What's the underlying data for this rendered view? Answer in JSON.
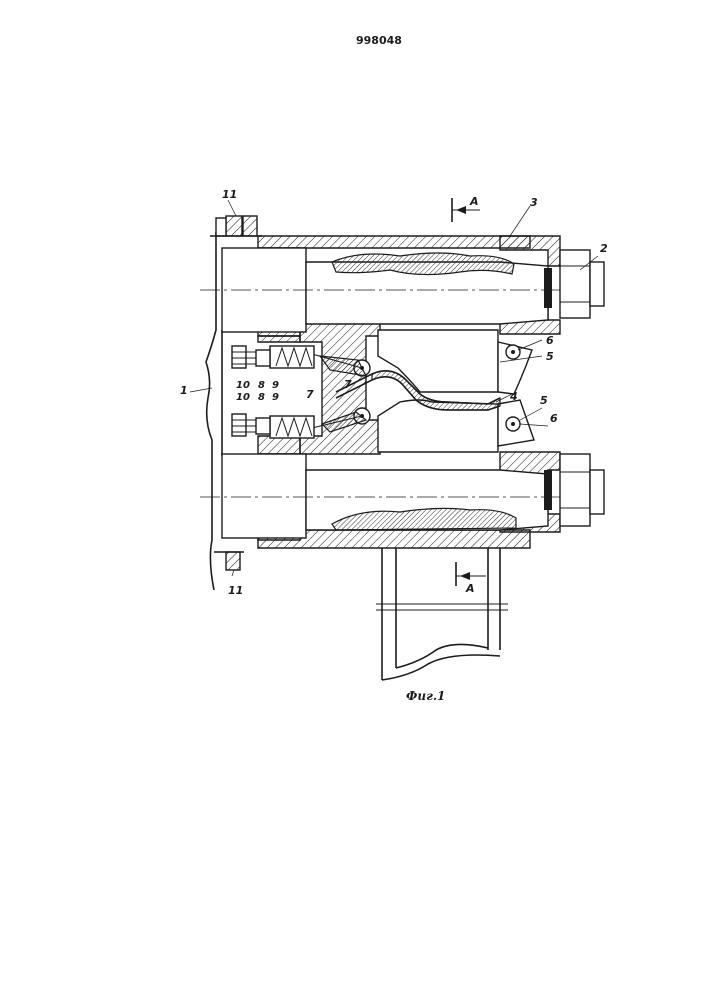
{
  "header": {
    "patent_number": "998048"
  },
  "figure": {
    "caption": "Фиг.1"
  },
  "section": {
    "label_top": "А",
    "label_bottom": "А"
  },
  "labels": {
    "l1": "1",
    "l2": "2",
    "l3": "3",
    "l4": "4",
    "l5a": "5",
    "l5b": "5",
    "l6a": "6",
    "l6b": "6",
    "l7a": "7",
    "l7b": "7",
    "l8a": "8",
    "l8b": "8",
    "l9a": "9",
    "l9b": "9",
    "l10a": "10",
    "l10b": "10",
    "l11a": "11",
    "l11b": "11"
  }
}
